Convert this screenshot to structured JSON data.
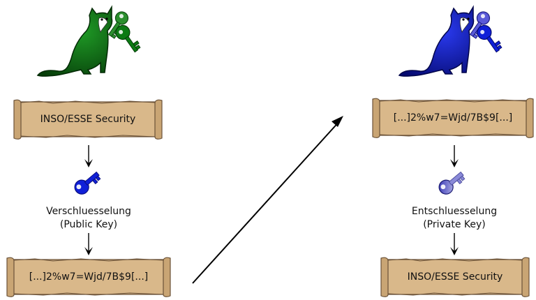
{
  "left": {
    "plaintext": "INSO/ESSE Security",
    "operation": "Verschluesselung",
    "key_type": "(Public Key)",
    "ciphertext": "[...]2%w7=Wjd/7B$9[...]",
    "cat_color": "#0b6e10",
    "key_color": "#1020d8"
  },
  "right": {
    "ciphertext": "[...]2%w7=Wjd/7B$9[...]",
    "operation": "Entschluesselung",
    "key_type": "(Private Key)",
    "plaintext": "INSO/ESSE Security",
    "cat_color": "#1015b8",
    "key_color": "#2a2ab0"
  },
  "colors": {
    "parchment": "#d9b88a",
    "parchment_edge": "#6b5238",
    "arrow": "#000000"
  }
}
